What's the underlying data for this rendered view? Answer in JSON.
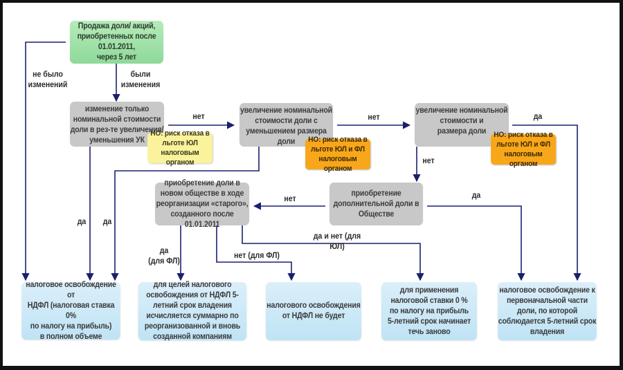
{
  "diagram": {
    "colors": {
      "start": "#a3e2aa",
      "decision": "#c8c8c8",
      "outcome": "#cbe8f7",
      "note_yellow": "#fbf39b",
      "note_orange": "#f8a61a",
      "arrow": "#1a1f6e"
    },
    "nodes": {
      "start": "Продажа доли/ акций,\nприобретенных после\n01.01.2011,\nчерез 5 лет",
      "q_nominal_only": "изменение только\nноминальной стоимости\nдоли в рез-те увеличения/\nуменьшения УК",
      "q_nominal_decrease": "увеличение номинальной\nстоимости доли с\nуменьшением размера\nдоли",
      "q_nominal_and_size": "увеличение номинальной\nстоимости и\nразмера доли",
      "q_additional_share": "приобретение\nдополнительной доли в\nОбществе",
      "q_reorganization": "приобретение доли в\nновом обществе в ходе\nреорганизации «старого»,\nсозданного после 01.01.2011",
      "out_full_exemption": "налоговое освобождение от\nНДФЛ (налоговая ставка 0%\nпо налогу на прибыль)\nв полном объеме",
      "out_summed_period": "для целей налогового\nосвобождения от НДФЛ 5-\nлетний срок владения\nисчисляется суммарно по\nреорганизованной и вновь\nсозданной компаниям",
      "out_no_exemption": "налогового освобождения\nот НДФЛ не будет",
      "out_restart_period": "для применения\nналоговой ставки 0 %\nпо налогу на прибыль\n5-летний срок начинает\nтечь заново",
      "out_partial_exemption": "налоговое освобождение к\nпервоначальной части\nдоли, по которой\nсоблюдается 5-летний срок\nвладения"
    },
    "notes": {
      "risk_ul": "НО: риск отказа в\nльготе ЮЛ\nналоговым органом",
      "risk_ul_fl_1": "НО: риск отказа в\nльготе ЮЛ и ФЛ\nналоговым органом",
      "risk_ul_fl_2": "НО: риск отказа в\nльготе ЮЛ и ФЛ\nналоговым органом"
    },
    "edge_labels": {
      "no_changes": "не было\nизменений",
      "were_changes": "были\nизменения",
      "no_1": "нет",
      "no_2": "нет",
      "yes_right": "да",
      "no_down": "нет",
      "no_left": "нет",
      "yes_additional": "да",
      "yes_1": "да",
      "yes_2": "да",
      "yes_fl": "да\n(для ФЛ)",
      "no_fl": "нет (для ФЛ)",
      "yes_no_ul": "да и нет (для ЮЛ)"
    }
  }
}
